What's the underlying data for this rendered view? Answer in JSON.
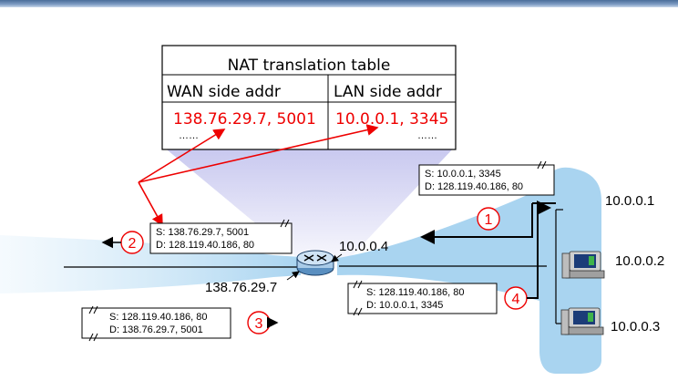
{
  "nat_table": {
    "title": "NAT translation table",
    "wan_header": "WAN side addr",
    "lan_header": "LAN side addr",
    "wan_entry": "138.76.29.7, 5001",
    "lan_entry": "10.0.0.1, 3345",
    "wan_more": "……",
    "lan_more": "……"
  },
  "packets": {
    "p1": {
      "step": "1",
      "src": "S: 10.0.0.1, 3345",
      "dst": "D: 128.119.40.186, 80"
    },
    "p2": {
      "step": "2",
      "src": "S: 138.76.29.7, 5001",
      "dst": "D: 128.119.40.186, 80"
    },
    "p3": {
      "step": "3",
      "src": "S: 128.119.40.186, 80",
      "dst": "D: 138.76.29.7, 5001"
    },
    "p4": {
      "step": "4",
      "src": "S: 128.119.40.186, 80",
      "dst": "D: 10.0.0.1, 3345"
    }
  },
  "addresses": {
    "router_lan": "10.0.0.4",
    "router_wan": "138.76.29.7",
    "host1": "10.0.0.1",
    "host2": "10.0.0.2",
    "host3": "10.0.0.3"
  },
  "colors": {
    "accent_red": "#ee0000",
    "network_blue": "#a9d4f0",
    "table_glow": "#c8c8f0"
  }
}
